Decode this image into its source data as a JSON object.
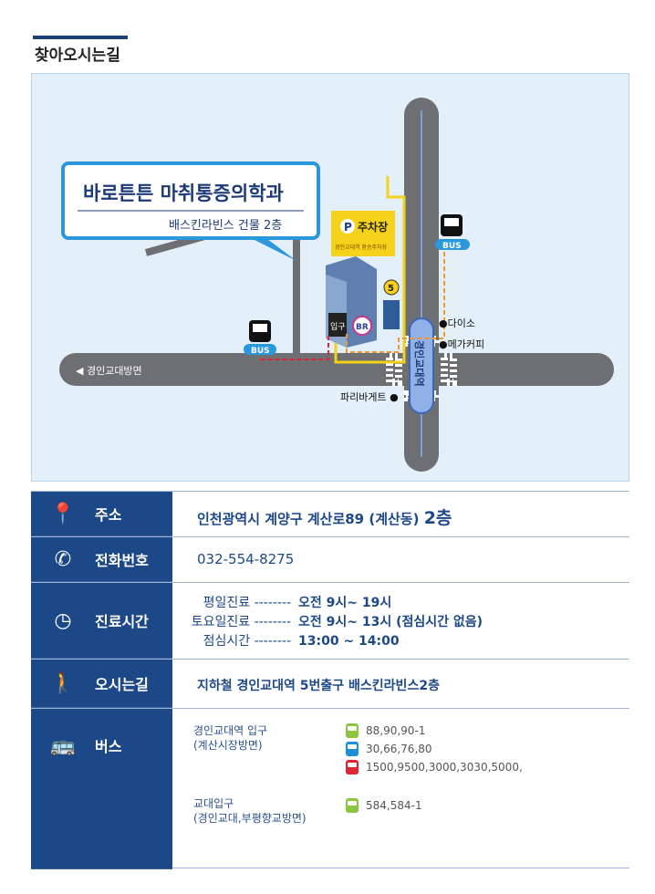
{
  "title": "찾아오시는길",
  "map": {
    "clinic_name": "바로튼튼 마취통증의학과",
    "building": "배스킨라빈스 건물 2층",
    "parking_label": "주차장",
    "parking_sub": "경인교대역 환승주차장",
    "parking_p": "P",
    "bus": "BUS",
    "exit_number": "5",
    "entrance": "입구",
    "store_br": "BR",
    "daiso": "●다이소",
    "mega": "●메가커피",
    "paris": "파리바게트 ●",
    "station": "경인교대역",
    "direction": "◀  경인교대방면"
  },
  "info": {
    "address": {
      "label": "주소",
      "value": "인천광역시 계양구 계산로89 (계산동)",
      "floor": "2층"
    },
    "phone": {
      "label": "전화번호",
      "value": "032-554-8275"
    },
    "hours": {
      "label": "진료시간",
      "rows": [
        {
          "day": "평일진료",
          "dots": "--------",
          "time": "오전 9시~ 19시"
        },
        {
          "day": "토요일진료",
          "dots": "--------",
          "time": "오전 9시~ 13시 (점심시간 없음)"
        },
        {
          "day": "점심시간",
          "dots": "--------",
          "time": "13:00 ~ 14:00"
        }
      ]
    },
    "directions": {
      "label": "오시는길",
      "value": "지하철 경인교대역 5번출구 배스킨라빈스2층"
    },
    "bus": {
      "label": "버스",
      "groups": [
        {
          "stop": "경인교대역 입구",
          "sub": "(계산시장방면)",
          "lines": [
            {
              "color": "#8cc63f",
              "routes": "88,90,90-1"
            },
            {
              "color": "#1e8fd6",
              "routes": "30,66,76,80"
            },
            {
              "color": "#e02434",
              "routes": "1500,9500,3000,3030,5000,"
            }
          ]
        },
        {
          "stop": "교대입구",
          "sub": "(경인교대,부평향교방면)",
          "lines": [
            {
              "color": "#8cc63f",
              "routes": "584,584-1"
            }
          ]
        }
      ]
    }
  }
}
